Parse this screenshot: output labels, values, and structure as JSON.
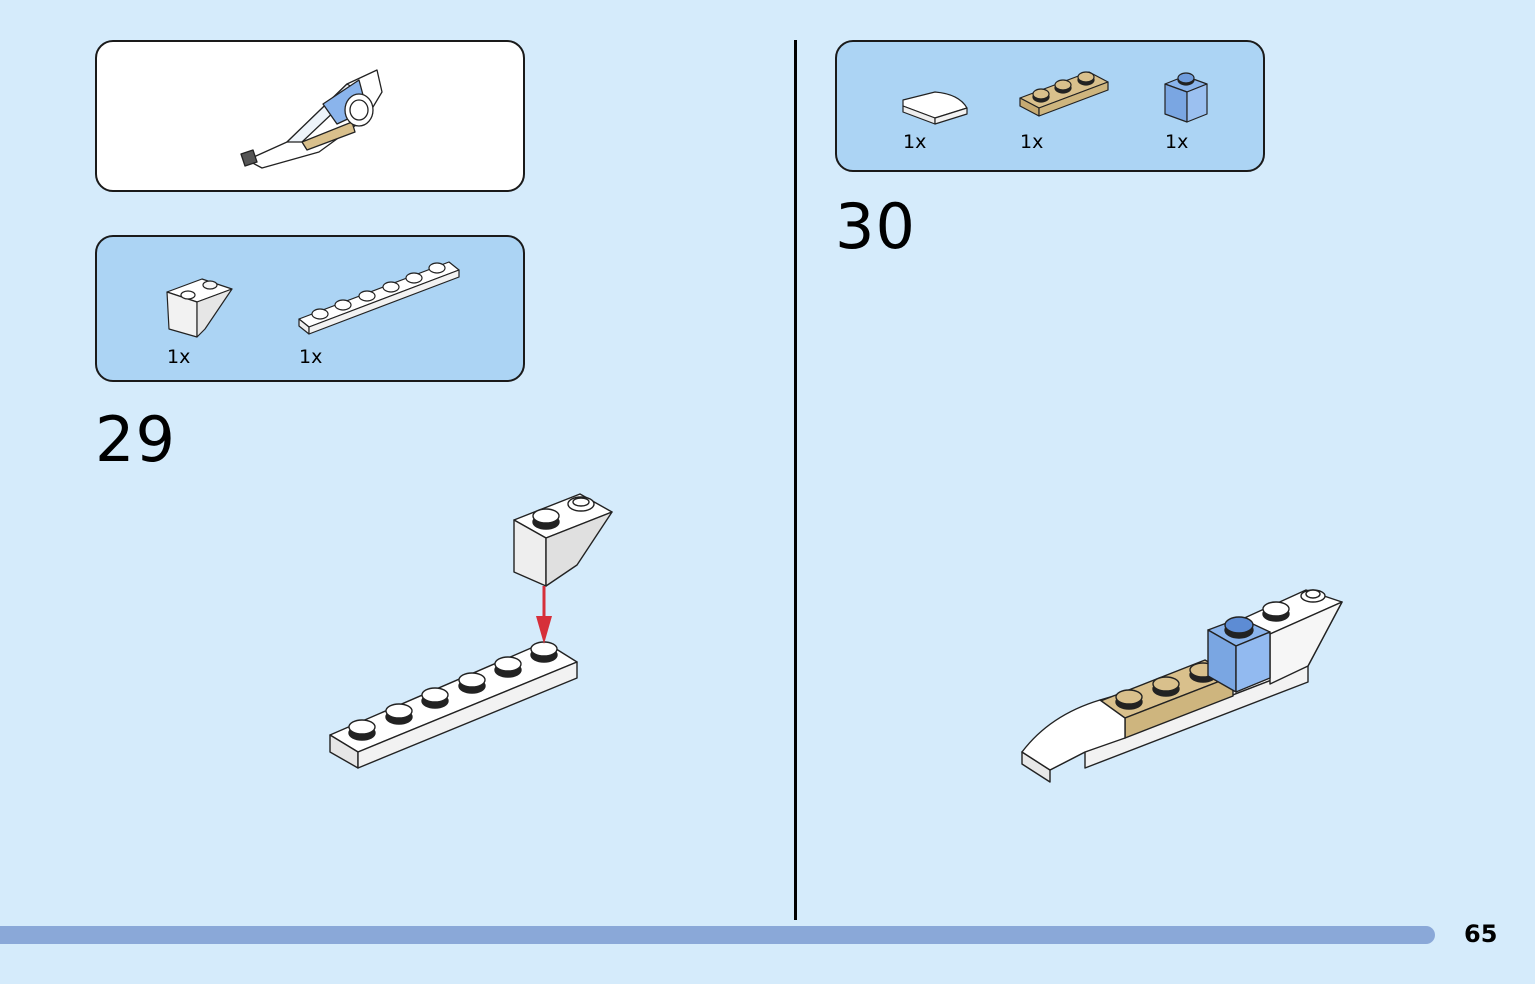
{
  "left_page": {
    "step_number": "29",
    "parts": [
      {
        "qty": "1x",
        "icon": "white-inverted-slope-brick-icon"
      },
      {
        "qty": "1x",
        "icon": "white-1x6-plate-icon"
      }
    ]
  },
  "right_page": {
    "step_number": "30",
    "parts": [
      {
        "qty": "1x",
        "icon": "white-curved-slope-icon"
      },
      {
        "qty": "1x",
        "icon": "tan-1x3-plate-icon"
      },
      {
        "qty": "1x",
        "icon": "blue-1x1-brick-icon"
      }
    ]
  },
  "page_number": "65",
  "colors": {
    "background": "#d5ebfb",
    "parts_box": "#acd4f4",
    "progress_bar": "#8aa8d8",
    "arrow": "#d62f3a",
    "tan": "#d9c08c",
    "blue": "#8ab4ec"
  }
}
